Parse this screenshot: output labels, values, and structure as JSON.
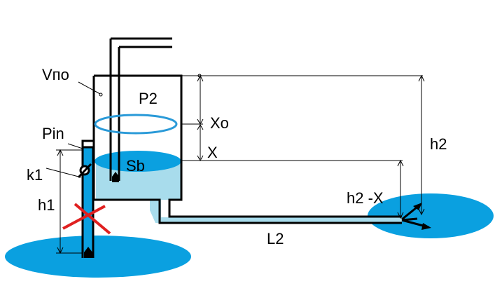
{
  "labels": {
    "v_po": "Vпо",
    "p2": "P2",
    "xo": "Xo",
    "x": "X",
    "h2": "h2",
    "p_in": "Pin",
    "sb": "Sb",
    "k1": "k1",
    "h1": "h1",
    "h2_minus_x": "h2 -X",
    "l2": "L2"
  },
  "colors": {
    "water_fill": "#0aa0e0",
    "tank_water": "#a8dcec",
    "pipe_water": "#a8dcec",
    "outline": "#000000",
    "float_ring": "#2a9ad8",
    "cross_mark": "#e02020"
  }
}
